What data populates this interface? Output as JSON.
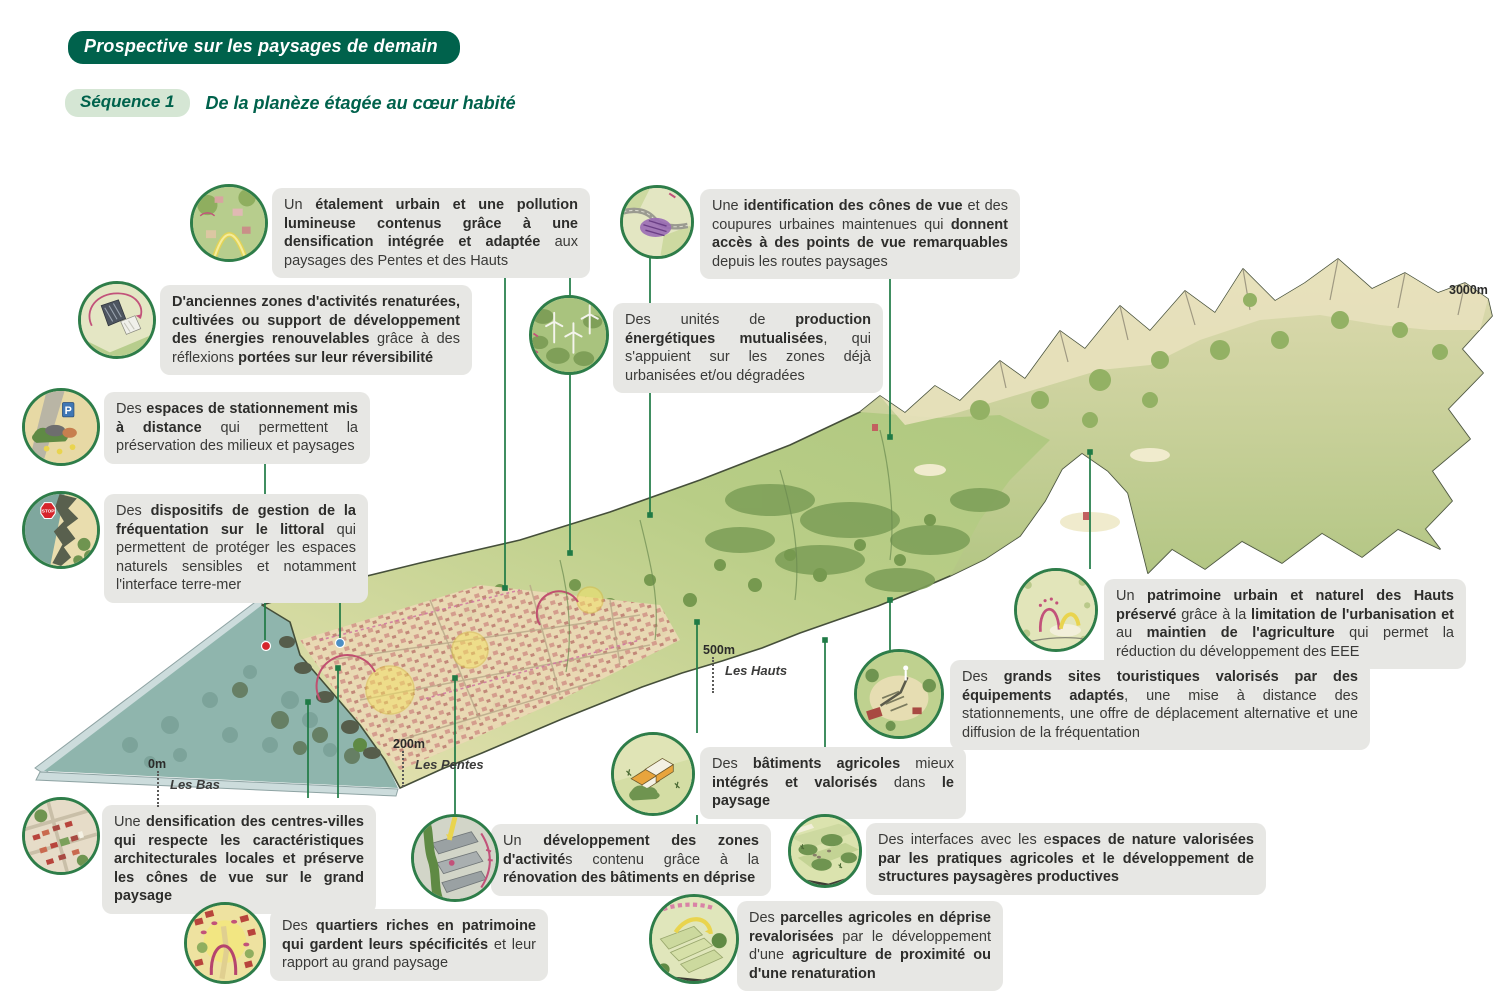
{
  "header": {
    "title": "Prospective sur les paysages de demain",
    "sequence_label": "Séquence 1",
    "sequence_title": "De la planèze étagée au cœur habité"
  },
  "colors": {
    "dark_green": "#00624c",
    "pill_light_green": "#d5e6d4",
    "leader_green": "#1f7a45",
    "icon_ring_green": "#2e7d49",
    "box_gray": "#e7e7e4",
    "text_gray": "#3a3a38",
    "stop_red": "#d6252b",
    "marker_blue": "#4d8fc4"
  },
  "scene": {
    "altitude_markers": [
      {
        "altitude": "0m",
        "zone": "Les Bas"
      },
      {
        "altitude": "200m",
        "zone": "Les Pentes"
      },
      {
        "altitude": "500m",
        "zone": "Les Hauts"
      },
      {
        "altitude": "3000m",
        "zone": ""
      }
    ]
  },
  "callouts": [
    {
      "id": "etalement-urbain",
      "icon": "urban-sprawl-icon",
      "segments": [
        [
          "Un ",
          0
        ],
        [
          "étalement urbain et une pollution lumineuse contenus grâce à une densification intégrée et adaptée",
          1
        ],
        [
          " aux paysages des Pentes et des Hauts",
          0
        ]
      ]
    },
    {
      "id": "zones-renaturees",
      "icon": "renatured-zones-icon",
      "segments": [
        [
          "D'anciennes zones d'activités renaturées, cultivées ou support de développement des énergies renouvelables",
          1
        ],
        [
          " grâce à des réflexions ",
          0
        ],
        [
          "portées sur leur réversibilité",
          1
        ]
      ]
    },
    {
      "id": "stationnement",
      "icon": "parking-icon",
      "segments": [
        [
          "Des ",
          0
        ],
        [
          "espaces de stationnement mis à distance",
          1
        ],
        [
          " qui permettent la préservation des milieux et paysages",
          0
        ]
      ]
    },
    {
      "id": "littoral",
      "icon": "coast-stop-icon",
      "segments": [
        [
          "Des ",
          0
        ],
        [
          "dispositifs de gestion de la fréquentation sur le littoral",
          1
        ],
        [
          " qui permettent de protéger les espaces naturels sensibles et notamment l'interface terre-mer",
          0
        ]
      ]
    },
    {
      "id": "cones-de-vue",
      "icon": "viewcone-icon",
      "segments": [
        [
          "Une ",
          0
        ],
        [
          "identification des cônes de vue",
          1
        ],
        [
          " et des coupures urbaines maintenues qui ",
          0
        ],
        [
          "donnent accès à des points de vue remarquables",
          1
        ],
        [
          " depuis les routes paysages",
          0
        ]
      ]
    },
    {
      "id": "energie",
      "icon": "wind-energy-icon",
      "segments": [
        [
          "Des unités de ",
          0
        ],
        [
          "production énergétiques mutualisées",
          1
        ],
        [
          ", qui s'appuient sur les zones déjà urbanisées et/ou dégradées",
          0
        ]
      ]
    },
    {
      "id": "patrimoine-hauts",
      "icon": "hauts-heritage-icon",
      "segments": [
        [
          "Un ",
          0
        ],
        [
          "patrimoine urbain et naturel des Hauts préservé",
          1
        ],
        [
          " grâce à la ",
          0
        ],
        [
          "limitation de l'urbanisation et",
          1
        ],
        [
          " au ",
          0
        ],
        [
          "maintien de l'agriculture",
          1
        ],
        [
          " qui permet la réduction du développement des EEE",
          0
        ]
      ]
    },
    {
      "id": "grands-sites",
      "icon": "tourist-site-icon",
      "segments": [
        [
          "Des ",
          0
        ],
        [
          "grands sites touristiques valorisés par des équipements adaptés",
          1
        ],
        [
          ", une mise à distance des stationnements, une offre de déplacement alternative et une diffusion de la fréquentation",
          0
        ]
      ]
    },
    {
      "id": "batiments-agricoles",
      "icon": "farm-buildings-icon",
      "segments": [
        [
          "Des ",
          0
        ],
        [
          "bâtiments agricoles",
          1
        ],
        [
          " mieux ",
          0
        ],
        [
          "intégrés et valorisés",
          1
        ],
        [
          " dans ",
          0
        ],
        [
          "le paysage",
          1
        ]
      ]
    },
    {
      "id": "zones-activites",
      "icon": "business-zone-icon",
      "segments": [
        [
          "Un ",
          0
        ],
        [
          "développement des zones d'activité",
          1
        ],
        [
          "s contenu grâce à la ",
          0
        ],
        [
          "rénovation des bâtiments en déprise",
          1
        ]
      ]
    },
    {
      "id": "interfaces-nature",
      "icon": "nature-interface-icon",
      "segments": [
        [
          "Des interfaces avec les e",
          0
        ],
        [
          "spaces de nature valorisées par les pratiques agricoles et le développement de structures paysagères productives",
          1
        ]
      ]
    },
    {
      "id": "densification",
      "icon": "town-center-icon",
      "segments": [
        [
          "Une ",
          0
        ],
        [
          "densification des centres-villes qui respecte les caractéristiques architecturales locales et préserve les cônes de vue sur le grand paysage",
          1
        ]
      ]
    },
    {
      "id": "quartiers-patrimoine",
      "icon": "heritage-quarter-icon",
      "segments": [
        [
          "Des ",
          0
        ],
        [
          "quartiers riches en patrimoine qui gardent leurs spécificités",
          1
        ],
        [
          " et leur rapport au grand paysage",
          0
        ]
      ]
    },
    {
      "id": "parcelles-agricoles",
      "icon": "farm-parcels-icon",
      "segments": [
        [
          "Des ",
          0
        ],
        [
          "parcelles agricoles en déprise revalorisées",
          1
        ],
        [
          " par le développement d'une ",
          0
        ],
        [
          "agriculture de proximité ou d'une renaturation",
          1
        ]
      ]
    }
  ]
}
